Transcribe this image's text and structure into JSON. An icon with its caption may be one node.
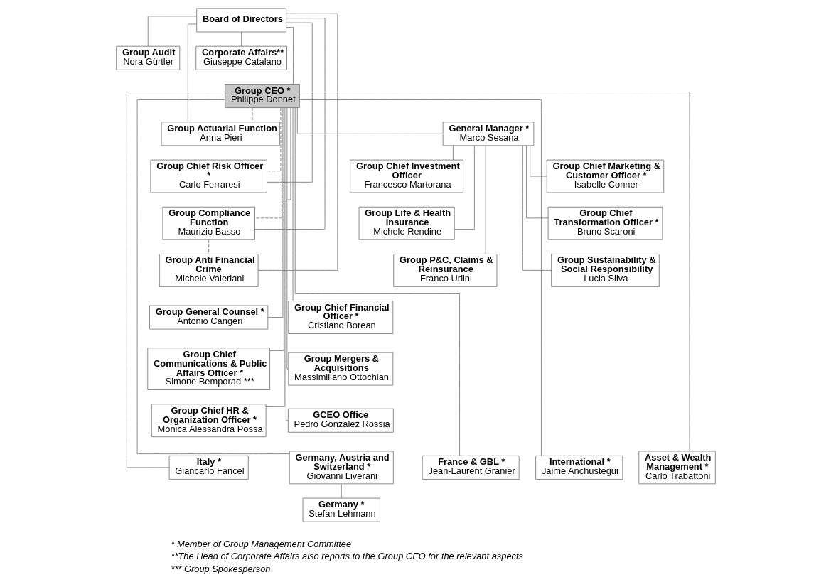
{
  "diagram": {
    "nodes": [
      {
        "text": [
          "Board of Directors"
        ]
      },
      {
        "text": [
          "Corporate Affairs**",
          "Giuseppe Catalano"
        ]
      },
      {
        "text": [
          "Group Audit",
          "Nora Gürtler"
        ]
      },
      {
        "text": [
          "Group CEO *",
          "Philippe Donnet"
        ]
      },
      {
        "text": [
          "Group Actuarial Function",
          "Anna Pieri"
        ]
      },
      {
        "text": [
          "Group Chief Risk Officer *",
          "Carlo Ferraresi"
        ]
      },
      {
        "text": [
          "Group Compliance Function",
          "Maurizio Basso"
        ]
      },
      {
        "text": [
          "Group Anti Financial Crime",
          "Michele Valeriani"
        ]
      },
      {
        "text": [
          "General Manager *",
          "Marco Sesana"
        ]
      },
      {
        "text": [
          "Group Chief Investment Officer",
          "Francesco Martorana"
        ]
      },
      {
        "text": [
          "Group Chief Marketing & Customer Officer *",
          "Isabelle Conner"
        ]
      },
      {
        "text": [
          "Group Life & Health Insurance",
          "Michele Rendine"
        ]
      },
      {
        "text": [
          "Group Chief Transformation Officer *",
          "Bruno Scaroni"
        ]
      },
      {
        "text": [
          "Group P&C, Claims & Reinsurance",
          "Franco Urlini"
        ]
      },
      {
        "text": [
          "Group Sustainability & Social Responsibility",
          "Lucia Silva"
        ]
      },
      {
        "text": [
          "Group General Counsel *",
          "Antonio Cangeri"
        ]
      },
      {
        "text": [
          "Group Chief Financial Officer *",
          "Cristiano Borean"
        ]
      },
      {
        "text": [
          "Group Chief Communications & Public Affairs Officer *",
          "Simone Bemporad ***"
        ]
      },
      {
        "text": [
          "Group Mergers & Acquisitions",
          "Massimiliano Ottochian"
        ]
      },
      {
        "text": [
          "Group Chief HR & Organization Officer *",
          "Monica Alessandra Possa"
        ]
      },
      {
        "text": [
          "GCEO Office",
          "Pedro Gonzalez Rossia"
        ]
      },
      {
        "text": [
          "Italy *",
          "Giancarlo Fancel"
        ]
      },
      {
        "text": [
          "Germany, Austria and Switzerland *",
          "Giovanni Liverani"
        ]
      },
      {
        "text": [
          "France & GBL *",
          "Jean-Laurent Granier"
        ]
      },
      {
        "text": [
          "International *",
          "Jaime Anchústegui"
        ]
      },
      {
        "text": [
          "Asset & Wealth Management *",
          "Carlo Trabattoni"
        ]
      },
      {
        "text": [
          "Germany *",
          "Stefan Lehmann"
        ]
      }
    ],
    "edges": [
      {
        "from": 0,
        "to": 1,
        "arrow": "none"
      },
      {
        "from": 0,
        "to": 2,
        "arrow": "none"
      },
      {
        "from": 0,
        "to": 3,
        "arrow": "none"
      },
      {
        "from": 0,
        "to": 4,
        "arrow": "none"
      },
      {
        "from": 0,
        "to": 5,
        "arrow": "none"
      },
      {
        "from": 0,
        "to": 6,
        "arrow": "none"
      },
      {
        "from": 0,
        "to": 7,
        "arrow": "none"
      },
      {
        "from": 3,
        "to": 4,
        "arrow": "none",
        "style": "dashed"
      },
      {
        "from": 3,
        "to": 5,
        "arrow": "none",
        "style": "dashed"
      },
      {
        "from": 3,
        "to": 6,
        "arrow": "none",
        "style": "dashed"
      },
      {
        "from": 6,
        "to": 7,
        "arrow": "none",
        "style": "dashed"
      },
      {
        "from": 3,
        "to": 8,
        "arrow": "none"
      },
      {
        "from": 8,
        "to": 9,
        "arrow": "none"
      },
      {
        "from": 8,
        "to": 10,
        "arrow": "none"
      },
      {
        "from": 8,
        "to": 11,
        "arrow": "none"
      },
      {
        "from": 8,
        "to": 12,
        "arrow": "none"
      },
      {
        "from": 8,
        "to": 13,
        "arrow": "none"
      },
      {
        "from": 8,
        "to": 14,
        "arrow": "none"
      },
      {
        "from": 3,
        "to": 15,
        "arrow": "none"
      },
      {
        "from": 3,
        "to": 16,
        "arrow": "none"
      },
      {
        "from": 3,
        "to": 17,
        "arrow": "none"
      },
      {
        "from": 3,
        "to": 18,
        "arrow": "none"
      },
      {
        "from": 3,
        "to": 19,
        "arrow": "none"
      },
      {
        "from": 3,
        "to": 20,
        "arrow": "none"
      },
      {
        "from": 3,
        "to": 21,
        "arrow": "none"
      },
      {
        "from": 3,
        "to": 22,
        "arrow": "none"
      },
      {
        "from": 3,
        "to": 23,
        "arrow": "none"
      },
      {
        "from": 3,
        "to": 24,
        "arrow": "none"
      },
      {
        "from": 3,
        "to": 25,
        "arrow": "none"
      },
      {
        "from": 22,
        "to": 26,
        "arrow": "none"
      }
    ],
    "labels": [
      "* Member of Group Management Committee",
      "**The Head of Corporate Affairs also reports to the Group CEO for the relevant aspects",
      "*** Group Spokesperson"
    ]
  }
}
